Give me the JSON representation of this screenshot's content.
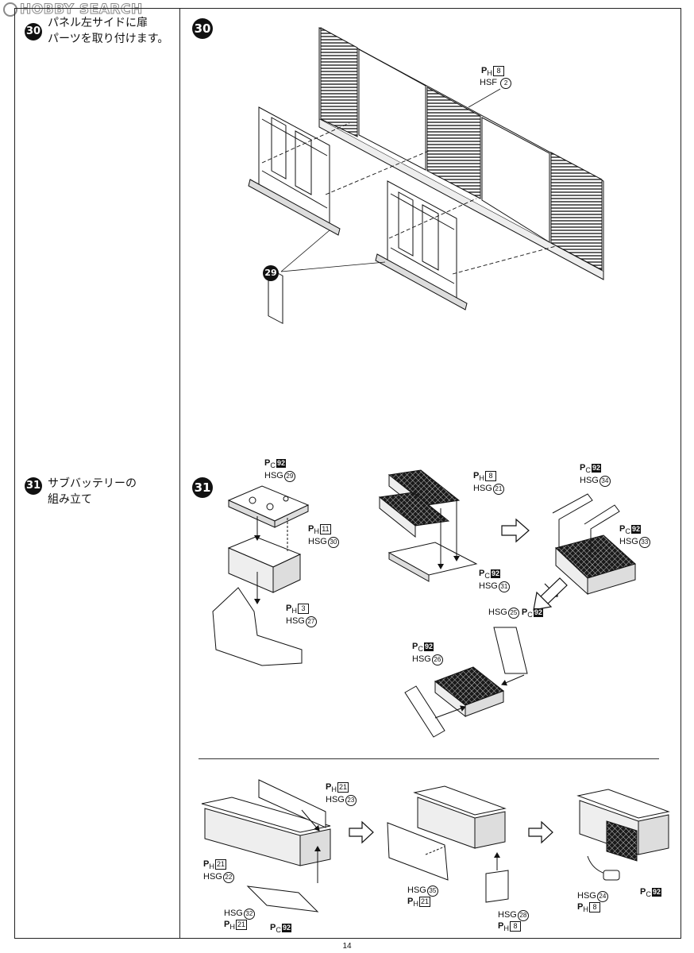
{
  "watermark": {
    "text": "HOBBY SEARCH"
  },
  "page_number": "14",
  "step30": {
    "number": "30",
    "text_line1": "パネル左サイドに扉",
    "text_line2": "パーツを取り付けます。",
    "callouts": {
      "panel_ref": {
        "sprue": "P",
        "sub": "H",
        "box": "8"
      },
      "panel_part": {
        "code": "HSF",
        "num": "2"
      },
      "door_part": "29"
    }
  },
  "step31": {
    "number": "31",
    "text_line1": "サブバッテリーの",
    "text_line2": "組み立て",
    "callouts": {
      "c1": {
        "sub": "C",
        "box": "92",
        "code": "HSG",
        "num": "29"
      },
      "c2": {
        "sub": "H",
        "box": "11",
        "code": "HSG",
        "num": "30"
      },
      "c3": {
        "sub": "H",
        "box": "3",
        "code": "HSG",
        "num": "27"
      },
      "c4": {
        "sub": "H",
        "box": "8",
        "code": "HSG",
        "num": "21"
      },
      "c5": {
        "sub": "C",
        "box": "92",
        "code": "HSG",
        "num": "31"
      },
      "c6": {
        "sub": "C",
        "box": "92",
        "code": "HSG",
        "num": "34"
      },
      "c7": {
        "sub": "C",
        "box": "92",
        "code": "HSG",
        "num": "33"
      },
      "c8": {
        "code": "HSG",
        "num": "25",
        "sub": "C",
        "box": "92"
      },
      "c9": {
        "sub": "C",
        "box": "92",
        "code": "HSG",
        "num": "26"
      },
      "c10": {
        "sub": "H",
        "box": "21",
        "code": "HSG",
        "num": "23"
      },
      "c11": {
        "sub": "H",
        "box": "21",
        "code": "HSG",
        "num": "22"
      },
      "c12": {
        "code": "HSG",
        "num": "32",
        "sub": "H",
        "box": "21"
      },
      "c13": {
        "sub": "C",
        "box": "92"
      },
      "c14": {
        "code": "HSG",
        "num": "35",
        "sub": "H",
        "box": "21"
      },
      "c15": {
        "code": "HSG",
        "num": "28",
        "sub": "H",
        "box": "8"
      },
      "c16": {
        "code": "HSG",
        "num": "24",
        "sub": "H",
        "box": "8"
      },
      "c17": {
        "sub": "C",
        "box": "92"
      }
    }
  }
}
